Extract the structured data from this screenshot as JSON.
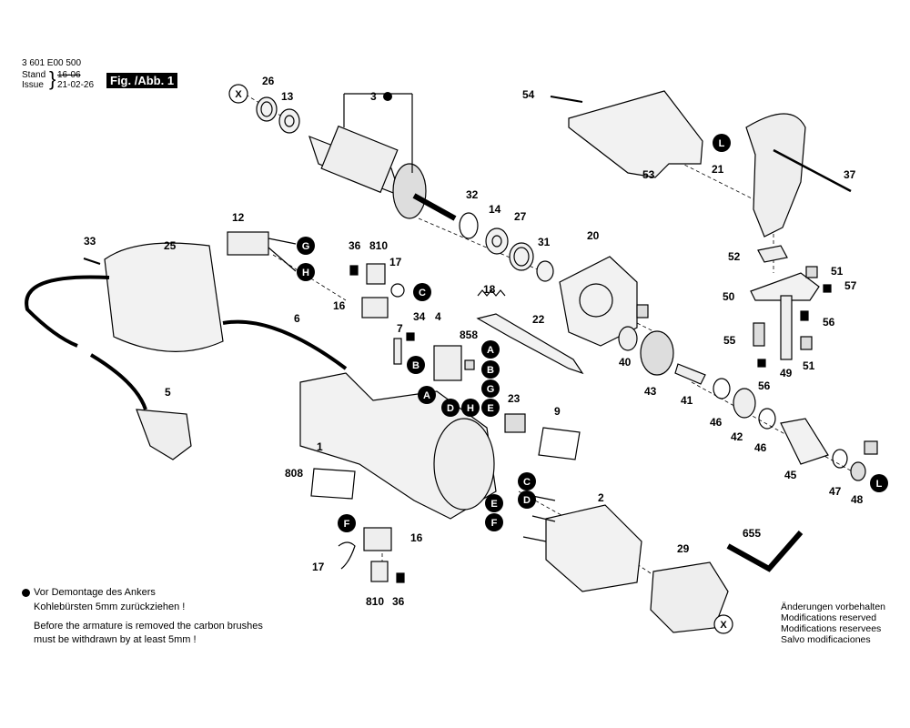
{
  "header": {
    "part_number": "3 601 E00 500",
    "stand_label": "Stand",
    "stand_date": "16-06",
    "issue_label": "Issue",
    "issue_date": "21-02-26",
    "figure_label": "Fig. /Abb. 1"
  },
  "notes": {
    "de_line1": "Vor Demontage des Ankers",
    "de_line2": "Kohlebürsten 5mm zurückziehen !",
    "en_line1": "Before the armature is removed the carbon brushes",
    "en_line2": "must be withdrawn by at least 5mm !"
  },
  "disclaimer": {
    "de": "Änderungen vorbehalten",
    "en": "Modifications reserved",
    "fr": "Modifications reservees",
    "es": "Salvo modificaciones"
  },
  "part_labels": {
    "p26": "26",
    "p13": "13",
    "p3": "3",
    "p54": "54",
    "p53": "53",
    "p21": "21",
    "p37": "37",
    "p32": "32",
    "p14": "14",
    "p27": "27",
    "p31": "31",
    "p20": "20",
    "p12": "12",
    "p33": "33",
    "p25": "25",
    "p36a": "36",
    "p810a": "810",
    "p17a": "17",
    "p16a": "16",
    "p18": "18",
    "p22": "22",
    "p7": "7",
    "p34": "34",
    "p4": "4",
    "p858": "858",
    "p6": "6",
    "p52": "52",
    "p51a": "51",
    "p50": "50",
    "p57": "57",
    "p56a": "56",
    "p55": "55",
    "p49": "49",
    "p51b": "51",
    "p40": "40",
    "p43": "43",
    "p41": "41",
    "p56b": "56",
    "p46a": "46",
    "p42": "42",
    "p46b": "46",
    "p45": "45",
    "p47": "47",
    "p48": "48",
    "p5": "5",
    "p1": "1",
    "p23": "23",
    "p9": "9",
    "p808": "808",
    "p2": "2",
    "p16b": "16",
    "p17b": "17",
    "p810b": "810",
    "p36b": "36",
    "p29": "29",
    "p655": "655"
  },
  "markers": {
    "x": "X",
    "l": "L",
    "a": "A",
    "b": "B",
    "c": "C",
    "d": "D",
    "e": "E",
    "f": "F",
    "g": "G",
    "h": "H"
  },
  "colors": {
    "ink": "#000000",
    "marker_fill": "#000000",
    "marker_text": "#ffffff",
    "part_fill": "#f2f2f2"
  }
}
